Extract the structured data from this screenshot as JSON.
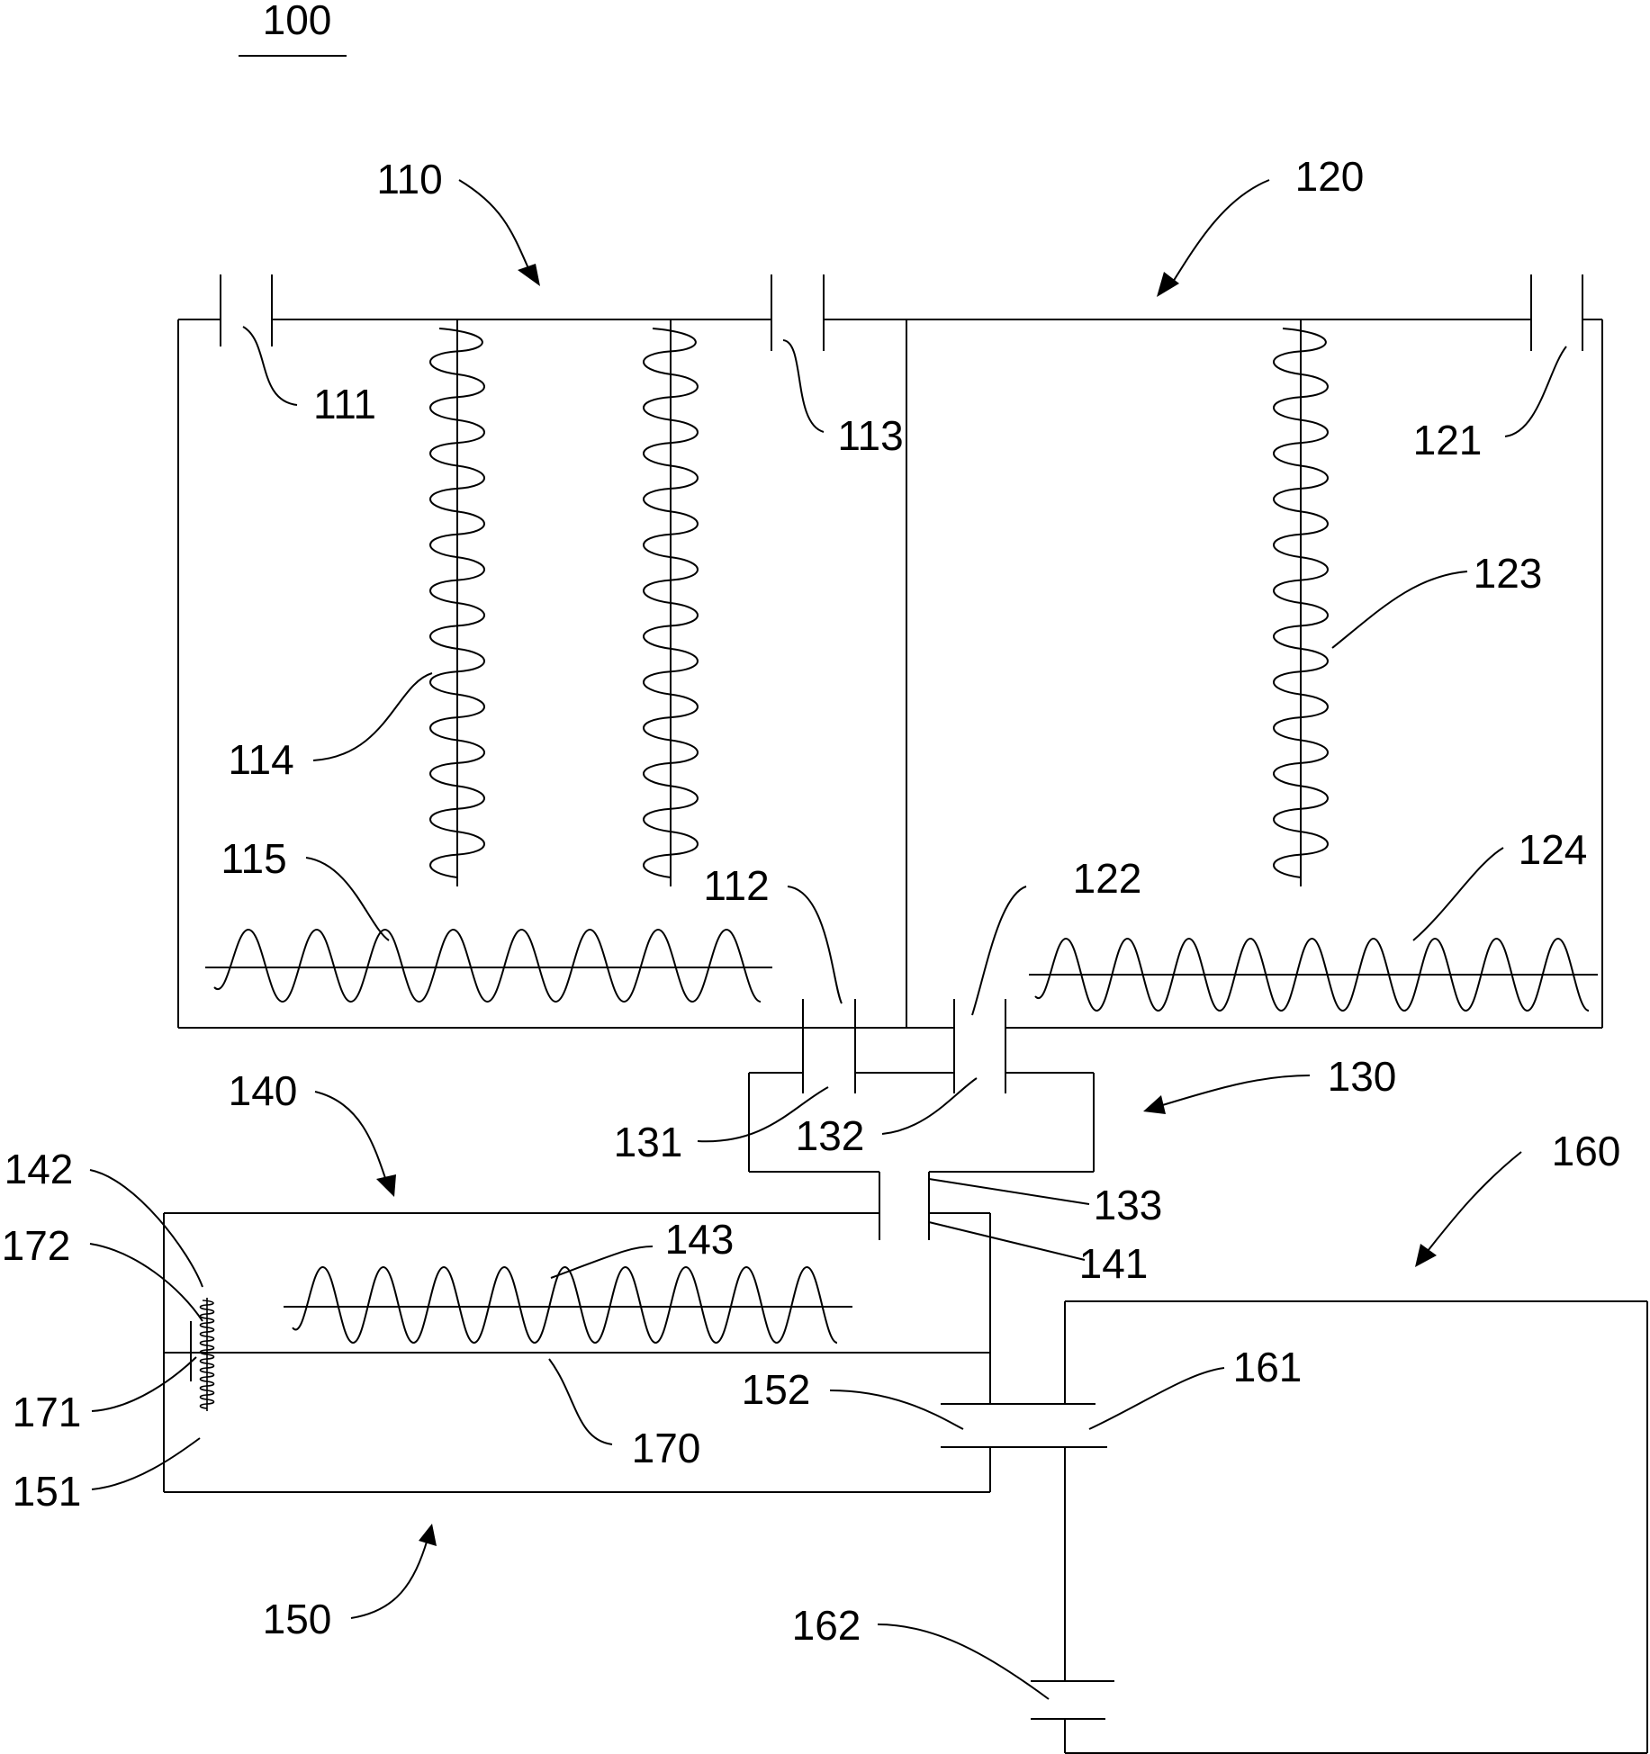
{
  "figure_number": "100",
  "labels": {
    "l110": "110",
    "l111": "111",
    "l112": "112",
    "l113": "113",
    "l114": "114",
    "l115": "115",
    "l120": "120",
    "l121": "121",
    "l122": "122",
    "l123": "123",
    "l124": "124",
    "l130": "130",
    "l131": "131",
    "l132": "132",
    "l133": "133",
    "l140": "140",
    "l141": "141",
    "l142": "142",
    "l143": "143",
    "l150": "150",
    "l151": "151",
    "l152": "152",
    "l160": "160",
    "l161": "161",
    "l162": "162",
    "l170": "170",
    "l171": "171",
    "l172": "172"
  },
  "colors": {
    "line": "#000000",
    "background": "#ffffff"
  }
}
